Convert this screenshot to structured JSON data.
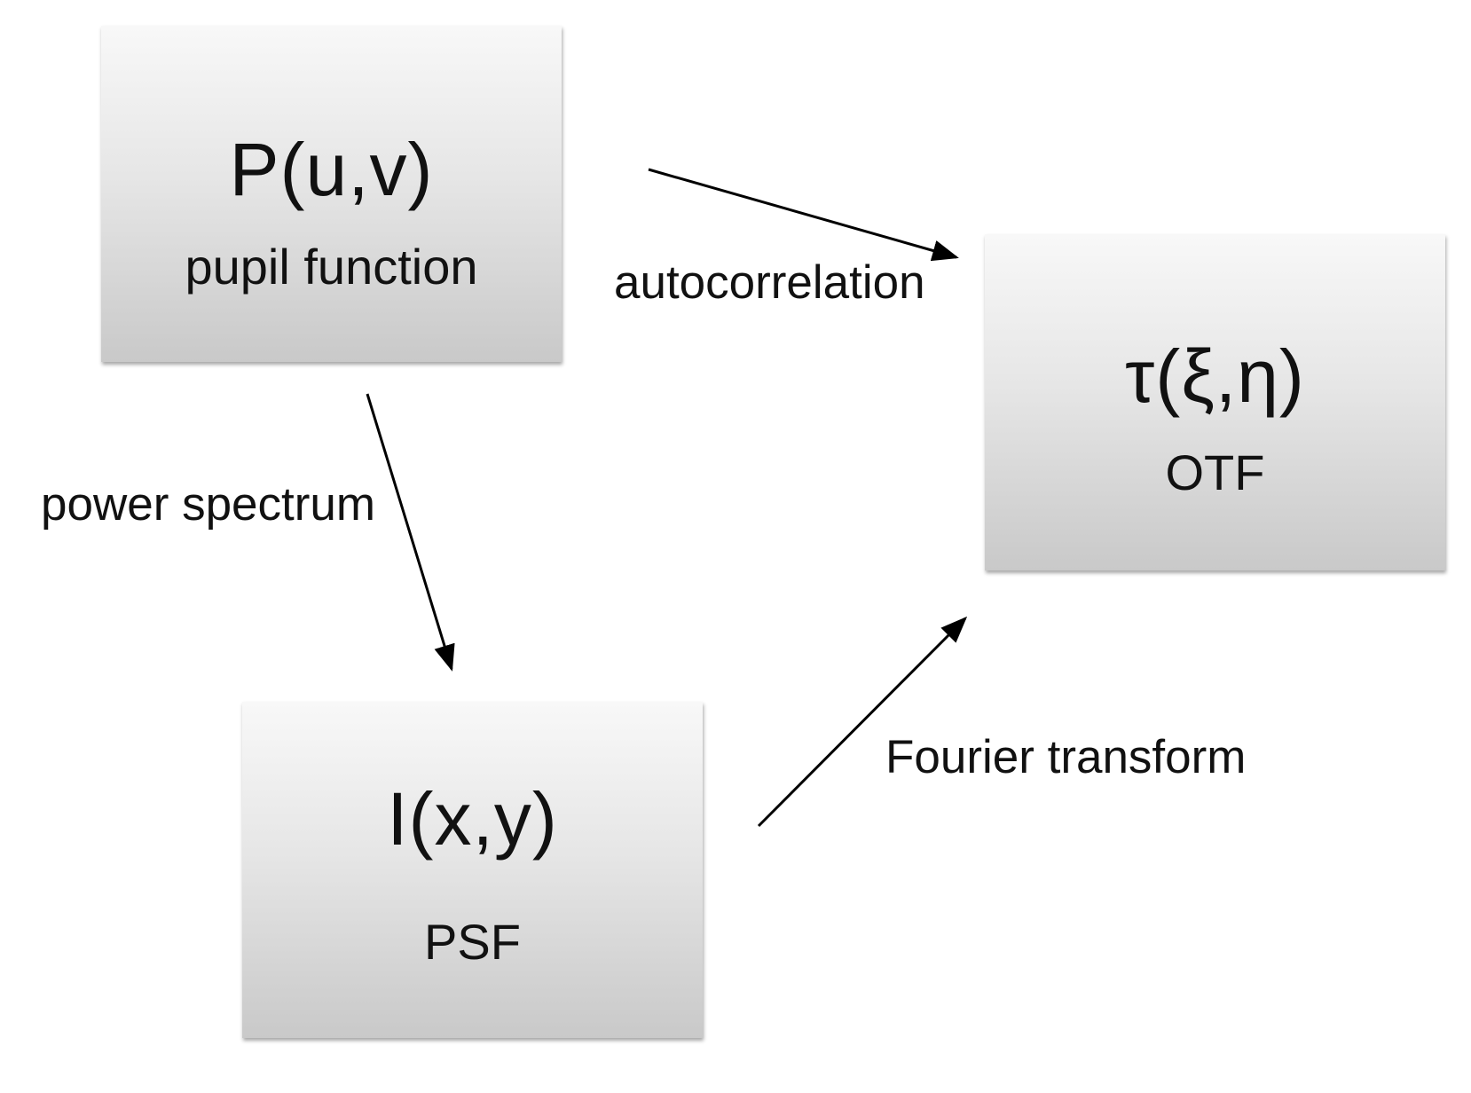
{
  "nodes": {
    "pupil": {
      "symbol": "P(u,v)",
      "caption": "pupil function"
    },
    "otf": {
      "symbol": "τ(ξ,η)",
      "caption": "OTF"
    },
    "psf": {
      "symbol": "I(x,y)",
      "caption": "PSF"
    }
  },
  "edges": {
    "autocorrelation": {
      "label": "autocorrelation",
      "from": "pupil",
      "to": "otf"
    },
    "power_spectrum": {
      "label": "power spectrum",
      "from": "pupil",
      "to": "psf"
    },
    "fourier": {
      "label": "Fourier transform",
      "from": "psf",
      "to": "otf"
    }
  },
  "colors": {
    "arrow": "#000000",
    "text": "#111111",
    "box_top": "#f8f8f8",
    "box_bottom": "#c9c9c9"
  }
}
